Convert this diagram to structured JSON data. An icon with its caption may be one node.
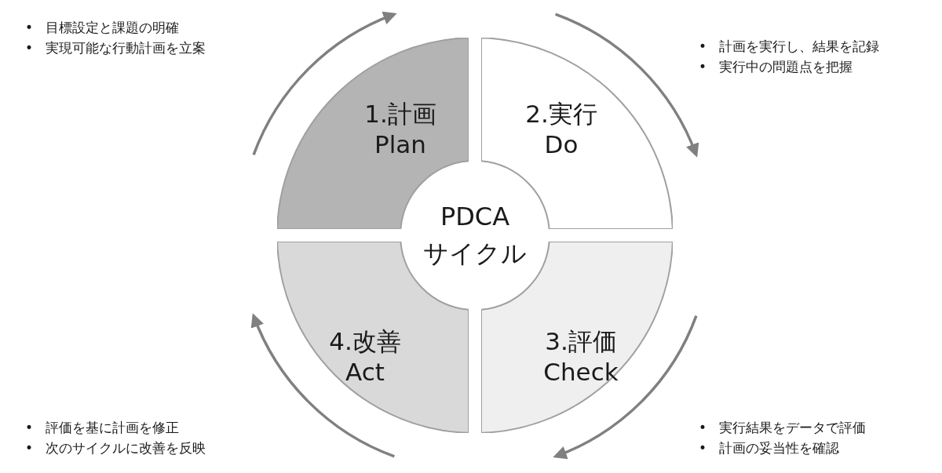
{
  "diagram": {
    "nodes": [
      {
        "text": [
          "1.計画",
          "Plan"
        ],
        "beside": [
          "•   目標設定と課題の明確",
          "•   実現可能な行動計画を立案"
        ]
      },
      {
        "text": [
          "2.実行",
          "Do"
        ],
        "beside": [
          "•   計画を実行し、結果を記録",
          "•   実行中の問題点を把握"
        ]
      },
      {
        "text": [
          "3.評価",
          "Check"
        ],
        "beside": [
          "•   実行結果をデータで評価",
          "•   計画の妥当性を確認"
        ]
      },
      {
        "text": [
          "4.改善",
          "Act"
        ],
        "beside": [
          "•   評価を基に計画を修正",
          "•   次のサイクルに改善を反映"
        ]
      },
      {
        "text": [
          "PDCA",
          "サイクル"
        ]
      }
    ]
  }
}
